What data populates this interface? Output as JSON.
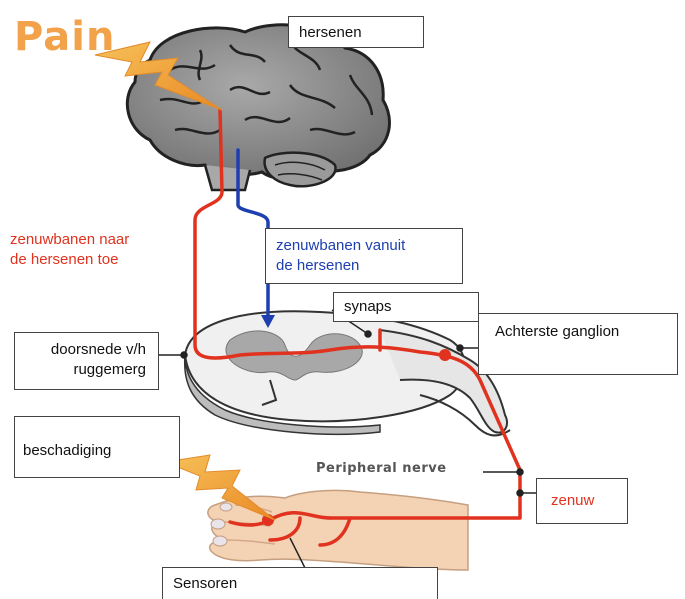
{
  "title": "Pain",
  "peripheral_nerve": "Peripheral nerve",
  "labels": {
    "hersenen": "hersenen",
    "naar_1": "zenuwbanen naar",
    "naar_2": "de hersenen toe",
    "vanuit_1": "zenuwbanen vanuit",
    "vanuit_2": "de hersenen",
    "synaps": "synaps",
    "ganglion": "Achterste ganglion",
    "doorsnede_1": "doorsnede v/h",
    "doorsnede_2": "ruggemerg",
    "beschadiging": "beschadiging",
    "zenuw": "zenuw",
    "sensoren": "Sensoren"
  },
  "colors": {
    "afferent_pathway": "#e0321e",
    "efferent_pathway": "#1d3fb0",
    "pain_bolt": "#f2a33a",
    "pain_title": "#f2a24a"
  }
}
